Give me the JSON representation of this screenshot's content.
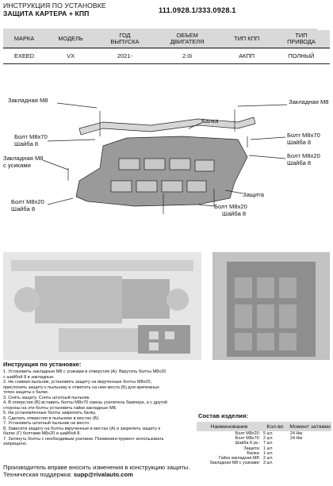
{
  "header": {
    "title_line1": "ИНСТРУКЦИЯ ПО УСТАНОВКЕ",
    "title_line2": "ЗАЩИТА КАРТЕРА + КПП",
    "code": "111.0928.1/333.0928.1"
  },
  "spec_table": {
    "columns": [
      "МАРКА",
      "МОДЕЛЬ",
      "ГОД ВЫПУСКА",
      "ОБЪЕМ ДВИГАТЕЛЯ",
      "ТИП КПП",
      "ТИП ПРИВОДА"
    ],
    "columns_split": [
      [
        "МАРКА"
      ],
      [
        "МОДЕЛЬ"
      ],
      [
        "ГОД",
        "ВЫПУСКА"
      ],
      [
        "ОБЪЕМ",
        "ДВИГАТЕЛЯ"
      ],
      [
        "ТИП КПП"
      ],
      [
        "ТИП",
        "ПРИВОДА"
      ]
    ],
    "row": [
      "EXEED",
      "VX",
      "2021-",
      "2.0i",
      "АКПП",
      "ПОЛНЫЙ"
    ]
  },
  "diagram": {
    "labels": {
      "zakl_m8_left": "Закладная М8",
      "zakl_m8_right": "Закладная М8",
      "balka": "Балка",
      "bolt_m8x70_r": "Болт М8х70",
      "shaiba8_r1": "Шайба 8",
      "bolt_m8x70_l": "Болт М8х70",
      "shaiba8_l1": "Шайба 8",
      "zakl_m8_us1": "Закладная М8",
      "zakl_m8_us2": "с усиками",
      "bolt_m8x20_r": "Болт М8х20",
      "shaiba8_r2": "Шайба 8",
      "zashita": "Защита",
      "bolt_m8x20_l": "Болт М8х20",
      "shaiba8_l2": "Шайба 8",
      "bolt_m8x20_b": "Болт М8х20",
      "shaiba8_b": "Шайба 8"
    }
  },
  "instructions": {
    "title": "Инструкция по установке:",
    "steps": [
      "1. Установить закладные М8 с усиками в отверстия (А). Вкрутить болты М8х20",
      "с шайбой 8 в закладные.",
      "2. Не снимая пыльник, установить защиту на вкрученные болты М8х20,",
      "прислонить защиту к пыльнику и отметить на нем места (Б) для крепежных",
      "точек защиты к балке.",
      "3. Снять защиту. Снять штатный пыльник.",
      "4. В отверстия (В) вставить болты М8х70 сквозь усилитель бампера, а с другой",
      "стороны на эти болты установить гайки закладные М8.",
      "5. На установленные болты закрепить балку.",
      "6. Сделать отверстия в пыльнике в местах (Б).",
      "7. Установить штатный пыльник на место.",
      "8. Завесити защиту на болты вкрученные в местах (А) и закрепить защиту к",
      "балке (Г) болтами М8х20 и шайбой 8.",
      "7. Затянуть болты с необходимым усилием. Пневмоинструмент использовать",
      "запрещено."
    ]
  },
  "components": {
    "title": "Состав изделия:",
    "headers": [
      "Наименование",
      "Кол-во",
      "Момент затяжки"
    ],
    "rows": [
      [
        "Болт М8х20:",
        "5 шт.",
        "24 Нм"
      ],
      [
        "Болт М8х70:",
        "2 шт.",
        "24 Нм"
      ],
      [
        "Шайба 8 ув.:",
        "7 шт.",
        ""
      ],
      [
        "Защита:",
        "1 шт.",
        ""
      ],
      [
        "Балка:",
        "1 шт.",
        ""
      ],
      [
        "Гайка закладная М8:",
        "2 шт.",
        ""
      ],
      [
        "Закладная М8 с усиками:",
        "3 шт.",
        ""
      ]
    ]
  },
  "footer": {
    "line1": "Производитель вправе вносить изменения в конструкцию защиты.",
    "line2_prefix": "Техническая поддержка:",
    "line2_email": "supp@rivalauto.com"
  },
  "colors": {
    "table_header_bg": "#d9d9d9",
    "photo_bg": "#bdbdbd",
    "skid_fill": "#8a8a8a"
  }
}
